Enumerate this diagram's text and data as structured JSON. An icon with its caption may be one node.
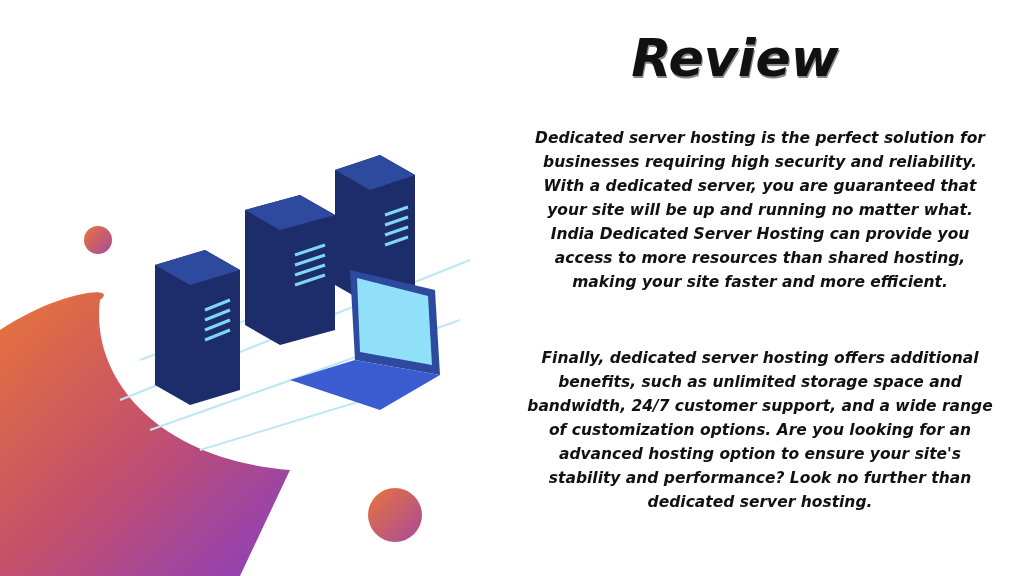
{
  "diagram": {
    "title": "Review",
    "labels": [
      "Dedicated server hosting is the perfect solution for businesses requiring high security and reliability. With a dedicated server, you are guaranteed that your site will be up and running no matter what. India Dedicated Server Hosting can provide you access to more resources than shared hosting, making your site faster and more efficient.",
      "Finally, dedicated server hosting offers additional benefits, such as unlimited storage space and bandwidth, 24/7 customer support, and a wide range of customization options. Are you looking for an advanced hosting option to ensure your site's stability and performance? Look no further than dedicated server hosting."
    ]
  }
}
